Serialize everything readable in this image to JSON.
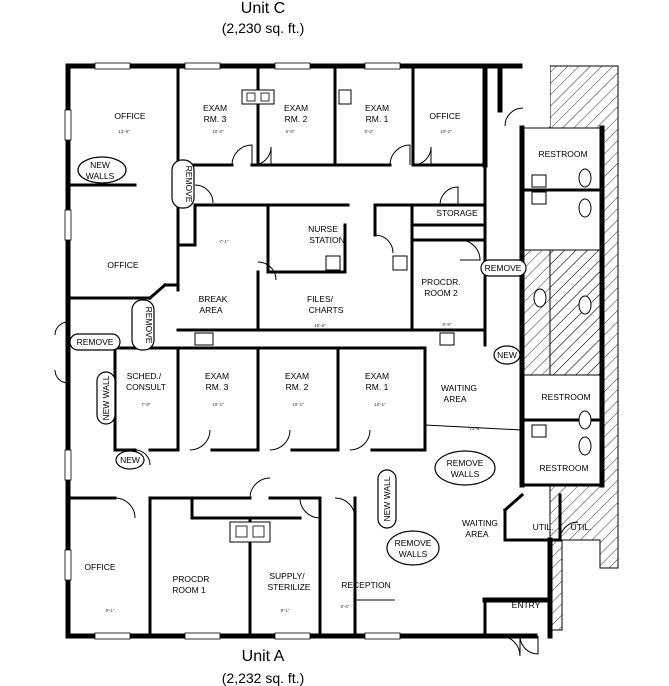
{
  "titles": {
    "top_unit": "Unit C",
    "top_area": "(2,230 sq. ft.)",
    "bottom_unit": "Unit A",
    "bottom_area": "(2,232 sq. ft.)"
  },
  "rooms": {
    "office_tl": "OFFICE",
    "exam3_top_a": "EXAM",
    "exam3_top_b": "RM. 3",
    "exam2_top_a": "EXAM",
    "exam2_top_b": "RM. 2",
    "exam1_top_a": "EXAM",
    "exam1_top_b": "RM. 1",
    "office_tr": "OFFICE",
    "restroom_1": "RESTROOM",
    "storage": "STORAGE",
    "nurse_a": "NURSE",
    "nurse_b": "STATION",
    "office_left": "OFFICE",
    "break_a": "BREAK",
    "break_b": "AREA",
    "files_a": "FILES/",
    "files_b": "CHARTS",
    "procdr2_a": "PROCDR.",
    "procdr2_b": "ROOM 2",
    "sched_a": "SCHED./",
    "sched_b": "CONSULT",
    "exam3_mid_a": "EXAM",
    "exam3_mid_b": "RM. 3",
    "exam2_mid_a": "EXAM",
    "exam2_mid_b": "RM. 2",
    "exam1_mid_a": "EXAM",
    "exam1_mid_b": "RM. 1",
    "waiting1_a": "WAITING",
    "waiting1_b": "AREA",
    "restroom_2": "RESTROOM",
    "restroom_3": "RESTROOM",
    "waiting2_a": "WAITING",
    "waiting2_b": "AREA",
    "util_1": "UTIL.",
    "util_2": "UTIL.",
    "office_bl": "OFFICE",
    "procdr1_a": "PROCDR",
    "procdr1_b": "ROOM 1",
    "supply_a": "SUPPLY/",
    "supply_b": "STERILIZE",
    "reception": "RECEPTION",
    "entry": "ENTRY"
  },
  "notes": {
    "new_walls_1a": "NEW",
    "new_walls_1b": "WALLS",
    "remove_1": "REMOVE",
    "remove_2": "REMOVE",
    "remove_3": "REMOVE",
    "remove_4": "REMOVE",
    "new_1": "NEW",
    "new_wall_1": "NEW WALL",
    "new_2": "NEW",
    "remove_walls_1a": "REMOVE",
    "remove_walls_1b": "WALLS",
    "new_wall_2": "NEW WALL",
    "remove_walls_2a": "REMOVE",
    "remove_walls_2b": "WALLS"
  },
  "dims": {
    "d_office_tl": "13'-6\"",
    "d_exam3_top": "10'-0\"",
    "d_exam2_top": "5'-8\"",
    "d_exam1_top": "5'-2\"",
    "d_office_tr": "10'-2\"",
    "d_nurse": "7'-1\"",
    "d_files": "15'-6\"",
    "d_procdr2": "8'-9\"",
    "d_sched": "7'-8\"",
    "d_exam3_mid": "10'-1\"",
    "d_exam2_mid": "10'-1\"",
    "d_exam1_mid": "10'-1\"",
    "d_waiting1": "13'-6\"",
    "d_office_bl": "9'-1\"",
    "d_supply": "9'-1\"",
    "d_reception": "8'-6\""
  }
}
